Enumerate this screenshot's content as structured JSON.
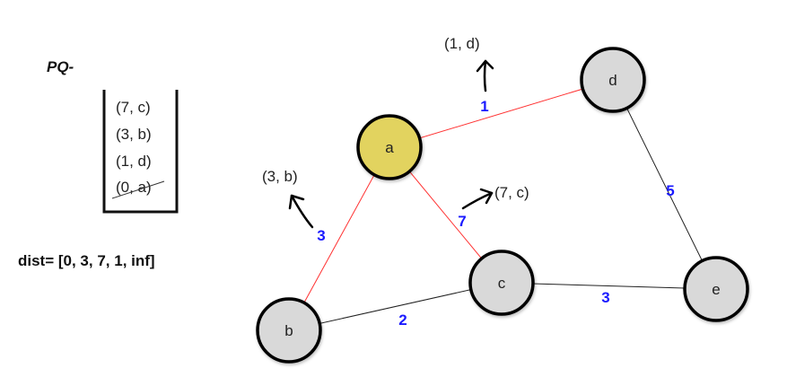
{
  "colors": {
    "visited_edge": "#ff3333",
    "normal_edge": "#222222",
    "node_fill": "#d9d9d9",
    "active_node_fill": "#e2d35f",
    "node_stroke": "#000000",
    "weight_text": "#1a1aff"
  },
  "priority_queue": {
    "title": "PQ-",
    "items": [
      {
        "text": "(7, c)",
        "removed": false
      },
      {
        "text": "(3, b)",
        "removed": false
      },
      {
        "text": "(1, d)",
        "removed": false
      },
      {
        "text": "(0, a)",
        "removed": true
      }
    ]
  },
  "dist_text": "dist= [0, 3, 7, 1, inf]",
  "graph": {
    "nodes": [
      {
        "id": "a",
        "label": "a",
        "active": true
      },
      {
        "id": "b",
        "label": "b",
        "active": false
      },
      {
        "id": "c",
        "label": "c",
        "active": false
      },
      {
        "id": "d",
        "label": "d",
        "active": false
      },
      {
        "id": "e",
        "label": "e",
        "active": false
      }
    ],
    "edges": [
      {
        "from": "a",
        "to": "d",
        "weight": "1",
        "highlighted": true
      },
      {
        "from": "a",
        "to": "b",
        "weight": "3",
        "highlighted": true
      },
      {
        "from": "a",
        "to": "c",
        "weight": "7",
        "highlighted": true
      },
      {
        "from": "b",
        "to": "c",
        "weight": "2",
        "highlighted": false
      },
      {
        "from": "c",
        "to": "e",
        "weight": "3",
        "highlighted": false
      },
      {
        "from": "d",
        "to": "e",
        "weight": "5",
        "highlighted": false
      }
    ],
    "annotations": [
      {
        "edge": "a-d",
        "text": "(1, d)"
      },
      {
        "edge": "a-b",
        "text": "(3, b)"
      },
      {
        "edge": "a-c",
        "text": "(7, c)"
      }
    ]
  }
}
